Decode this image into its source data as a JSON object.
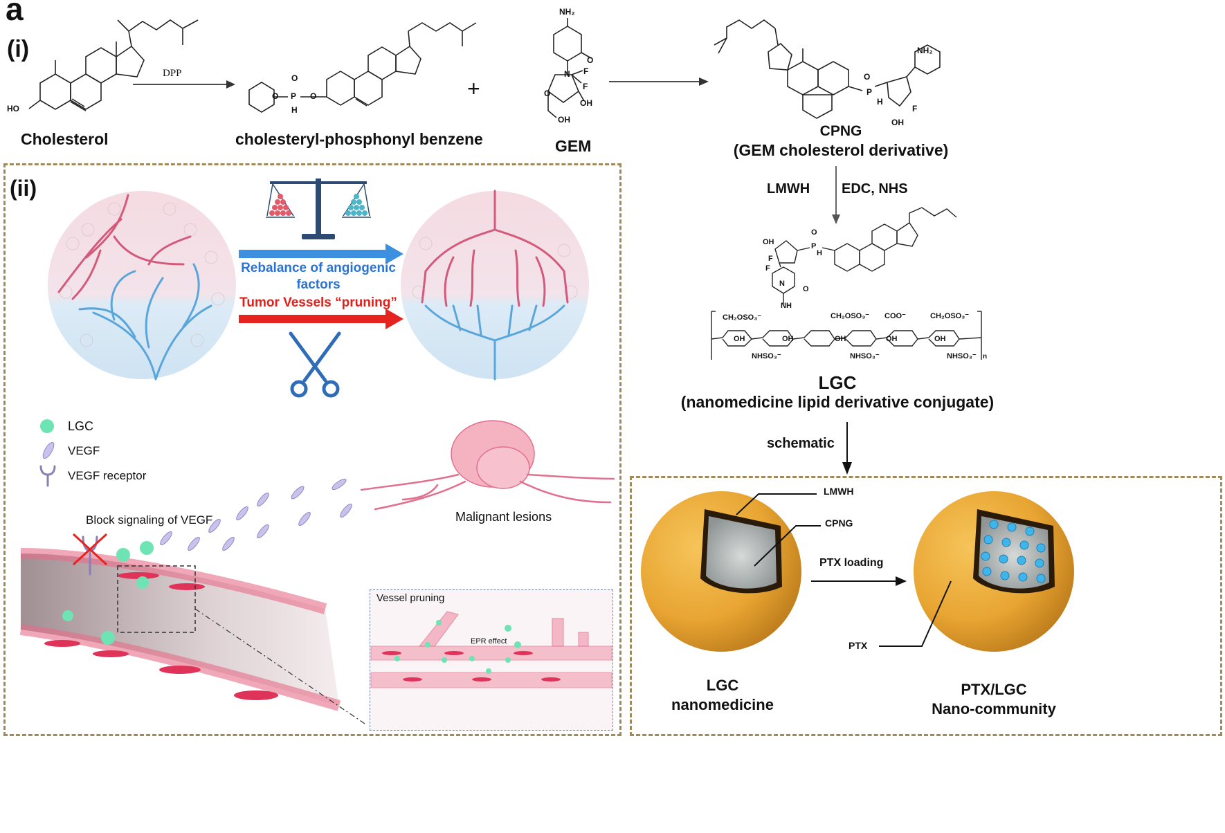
{
  "panel": {
    "letter": "a",
    "part_i": "(i)",
    "part_ii": "(ii)"
  },
  "synthesis": {
    "cholesterol": "Cholesterol",
    "reagent_dpp": "DPP",
    "intermediate": "cholesteryl-phosphonyl benzene",
    "plus": "+",
    "gem": "GEM",
    "product_line1": "CPNG",
    "product_line2": "(GEM cholesterol derivative)",
    "conjugation_left": "LMWH",
    "conjugation_right": "EDC, NHS",
    "lgc_line1": "LGC",
    "lgc_line2": "(nanomedicine lipid derivative conjugate)",
    "schematic": "schematic"
  },
  "chem_labels": {
    "ho": "HO",
    "nh2": "NH₂",
    "o": "O",
    "p": "P",
    "h": "H",
    "n": "N",
    "f": "F",
    "oh": "OH",
    "nh": "NH",
    "ch2oso3": "CH₂OSO₃⁻",
    "coo": "COO⁻",
    "nhso3": "NHSO₃⁻",
    "n_sub": "n"
  },
  "mechanism": {
    "rebalance_line1": "Rebalance of angiogenic",
    "rebalance_line2": "factors",
    "pruning": "Tumor Vessels “pruning”",
    "legend_lgc": "LGC",
    "legend_vegf": "VEGF",
    "legend_receptor": "VEGF receptor",
    "block_signaling": "Block signaling of VEGF",
    "malignant": "Malignant lesions",
    "vessel_pruning": "Vessel pruning",
    "epr": "EPR effect"
  },
  "nano": {
    "lmwh": "LMWH",
    "cpng": "CPNG",
    "ptx_loading": "PTX loading",
    "ptx": "PTX",
    "lgc_line1": "LGC",
    "lgc_line2": "nanomedicine",
    "ptxlgc_line1": "PTX/LGC",
    "ptxlgc_line2": "Nano-community"
  },
  "colors": {
    "blue_arrow": "#3d8fe0",
    "red_arrow": "#e52420",
    "blue_text": "#2a73d6",
    "red_text": "#e0201b",
    "dash": "#a08a5a",
    "sphere": "#e8a532",
    "core": "#b6bcbb",
    "dot": "#3fb5ea",
    "lgc_dot": "#6ee3b4",
    "vessel_pink": "#e66c87"
  }
}
